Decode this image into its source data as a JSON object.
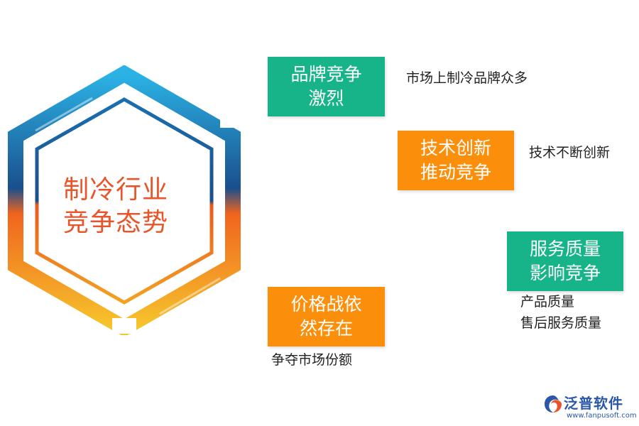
{
  "center": {
    "line1": "制冷行业",
    "line2": "竞争态势"
  },
  "items": [
    {
      "title_line1": "品牌竞争",
      "title_line2": "激烈",
      "desc": [
        "市场上制冷品牌众多"
      ],
      "color": "#17b48a"
    },
    {
      "title_line1": "技术创新",
      "title_line2": "推动竞争",
      "desc": [
        "技术不断创新"
      ],
      "color": "#fb8f0c"
    },
    {
      "title_line1": "服务质量",
      "title_line2": "影响竞争",
      "desc": [
        "产品质量",
        "售后服务质量"
      ],
      "color": "#17b48a"
    },
    {
      "title_line1": "价格战依",
      "title_line2": "然存在",
      "desc": [
        "争夺市场份额"
      ],
      "color": "#fb8f0c"
    }
  ],
  "logo": {
    "name": "泛普软件",
    "url": "www.fanpusoft.com",
    "icon": "swirl-logo-icon"
  },
  "colors": {
    "blue_dark": "#1a4f8c",
    "blue_light": "#2aa0d8",
    "orange": "#f07a1e",
    "yellow": "#f6c52c",
    "title": "#e8552a"
  }
}
